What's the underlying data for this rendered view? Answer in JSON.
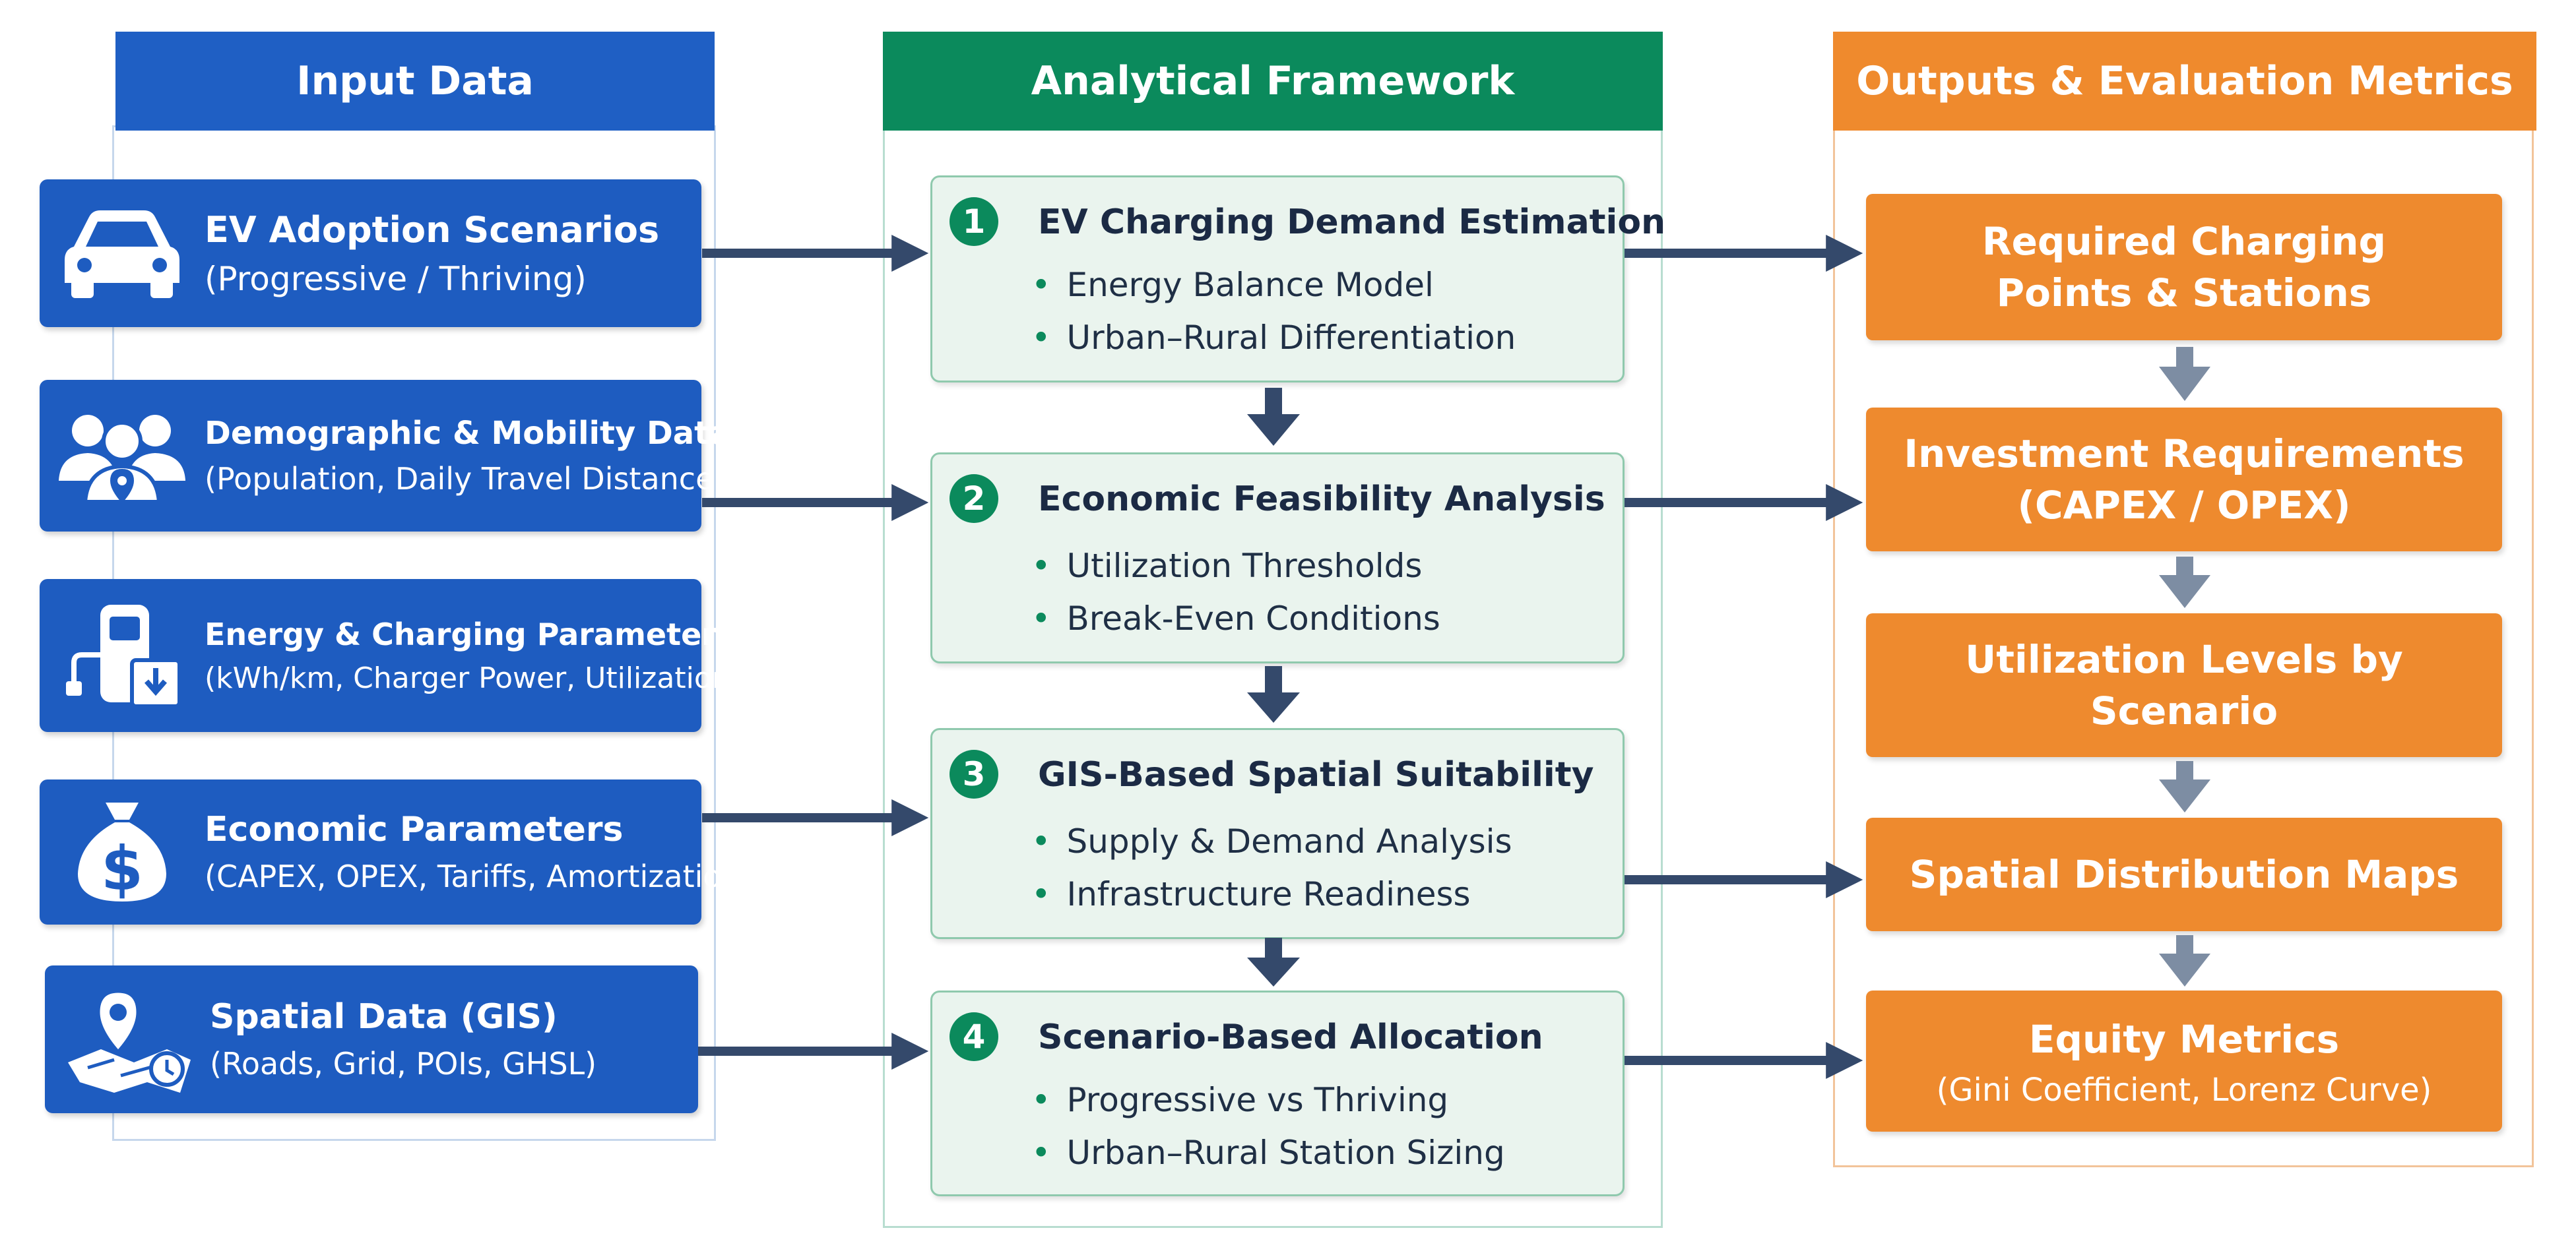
{
  "columns": {
    "input": "Input Data",
    "framework": "Analytical Framework",
    "outputs": "Outputs & Evaluation Metrics"
  },
  "inputs": [
    {
      "title": "EV Adoption Scenarios",
      "subtitle": "(Progressive / Thriving)",
      "icon": "car-icon"
    },
    {
      "title": "Demographic & Mobility Data",
      "subtitle": "(Population, Daily Travel Distance)",
      "icon": "people-icon"
    },
    {
      "title": "Energy & Charging Parameters",
      "subtitle": "(kWh/km, Charger Power, Utilization)",
      "icon": "charger-icon"
    },
    {
      "title": "Economic Parameters",
      "subtitle": "(CAPEX, OPEX, Tariffs, Amortization)",
      "icon": "money-bag-icon"
    },
    {
      "title": "Spatial Data (GIS)",
      "subtitle": "(Roads, Grid, POIs, GHSL)",
      "icon": "map-pin-icon"
    }
  ],
  "framework": [
    {
      "num": "1",
      "title": "EV Charging Demand Estimation",
      "bullets": [
        "Energy Balance Model",
        "Urban–Rural Differentiation"
      ]
    },
    {
      "num": "2",
      "title": "Economic Feasibility Analysis",
      "bullets": [
        "Utilization Thresholds",
        "Break-Even Conditions"
      ]
    },
    {
      "num": "3",
      "title": "GIS-Based Spatial Suitability",
      "bullets": [
        "Supply & Demand Analysis",
        "Infrastructure Readiness"
      ]
    },
    {
      "num": "4",
      "title": "Scenario-Based Allocation",
      "bullets": [
        "Progressive vs Thriving",
        "Urban–Rural Station Sizing"
      ]
    }
  ],
  "outputs": [
    {
      "line1": "Required Charging",
      "line2": "Points & Stations",
      "sub": ""
    },
    {
      "line1": "Investment Requirements",
      "line2": "(CAPEX / OPEX)",
      "sub": ""
    },
    {
      "line1": "Utilization Levels by",
      "line2": "Scenario",
      "sub": ""
    },
    {
      "line1": "Spatial Distribution Maps",
      "line2": "",
      "sub": ""
    },
    {
      "line1": "Equity Metrics",
      "line2": "",
      "sub": "(Gini Coefficient, Lorenz Curve)"
    }
  ],
  "bullet_char": "•",
  "colors": {
    "blue": "#1e5cc0",
    "green": "#0b8a5c",
    "orange": "#ee8a2e",
    "arrow_navy": "#34496b",
    "arrow_gray": "#7d8da3"
  }
}
